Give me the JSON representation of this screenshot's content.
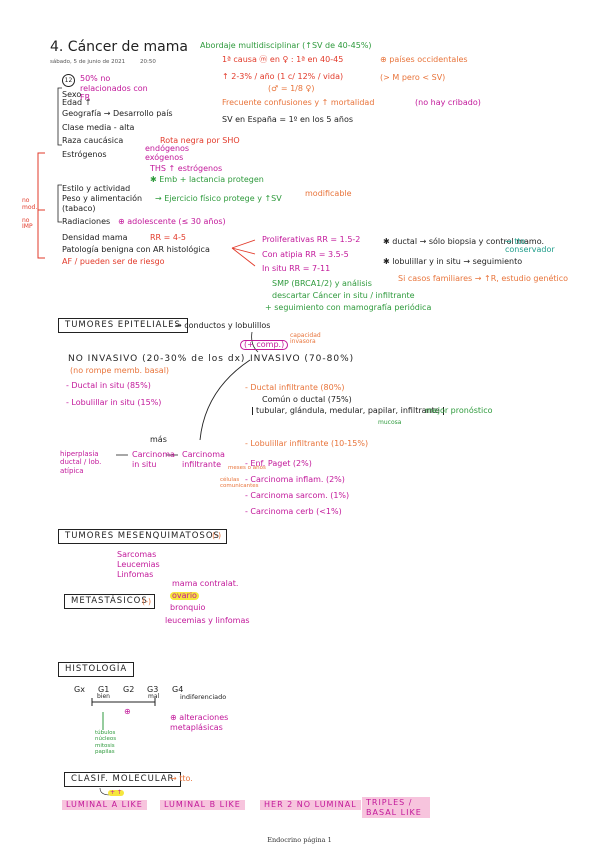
{
  "page": {
    "title": "4. Cáncer de mama",
    "date": "sábado, 5 de junio de 2021",
    "time": "20:50",
    "footer": "Endocrino página 1"
  },
  "intro": {
    "abordaje": "Abordaje multidisciplinar (↑SV de 40-45%)",
    "frecuente": "1ª causa ⓜ en ♀ : 1ª en 40-45",
    "paises": "⊕ países occidentales",
    "incidencia": "↑ 2-3% / año (1 c/ 12% / vida)",
    "incidencia2": "(♂ = 1/8 ♀)",
    "paises2": "(> M pero < SV)",
    "frecuente2": "Frecuente confusiones y ↑ mortalidad",
    "mortalidad": "(no hay cribado)",
    "sv": "SV en España = 1º en los 5 años",
    "circle12": "12",
    "pct": "50% no relacionados con FR"
  },
  "risk": {
    "items": [
      "Sexo",
      "Edad ↑",
      "Geografía → Desarrollo país",
      "Clase media - alta",
      "Raza caucásica",
      "Estrógenos",
      "Estilo y actividad",
      "Peso y alimentación",
      "(tabaco)",
      "Radiaciones",
      "Densidad mama",
      "Patología benigna con AR histológica",
      "AF / pueden ser de riesgo"
    ],
    "side": "no\nmod.\n\nno\nIMP",
    "estr1": "Rota negra por SHO",
    "estr2": "endógenos",
    "estr3": "exógenos",
    "estr4": "THS ↑ estrógenos",
    "estr5": "✱ Emb + lactancia protegen",
    "peso": "→ Ejercicio físico protege y ↑SV",
    "modif": "modificable",
    "rad": "⊕ adolescente (≤ 30 años)",
    "dens": "RR = 4-5",
    "prolif": "Proliferativas  RR = 1.5-2",
    "atipia": "Con atipia  RR = 3.5-5",
    "insitu": "In situ  RR = 7-11",
    "ductal": "✱ ductal → sólo biopsia y control mamo.",
    "ductal2": "→ tto. conservador",
    "lobul": "✱ lobulillar y in situ → seguimiento",
    "brca": "Si casos familiares → ↑R, estudio genético",
    "smp": "SMP (BRCA1/2) y análisis",
    "smp2": "descartar Cáncer in situ / infiltrante",
    "smp3": "+ seguimiento con mamografía periódica"
  },
  "epiteliales": {
    "header": "TUMORES EPITELIALES",
    "arrow": "→ conductos y lobulillos",
    "comp": "(+ comp.)",
    "cap": "capacidad invasora",
    "noinv": "NO INVASIVO (20-30% de los dx)",
    "noinv2": "(no rompe memb. basal)",
    "ductal_in": "- Ductal in situ (85%)",
    "lob_in": "- Lobulillar in situ (15%)",
    "inv": "INVASIVO (70-80%)",
    "d_inf": "- Ductal infiltrante (80%)",
    "d_inf2": "Común o ductal (75%)",
    "d_inf3": "tubular, glándula, medular, papilar, infiltrante",
    "mejor": "mejor pronóstico",
    "muc": "mucosa",
    "l_inf": "- Lobulillar infiltrante (10-15%)",
    "paget": "- Enf. Paget (2%)",
    "inflam": "- Carcinoma inflam. (2%)",
    "sarc": "- Carcinoma sarcom. (1%)",
    "canc": "- Carcinoma cerb (<1%)",
    "mas": "más",
    "hiper": "hiperplasia ductal / lob. atípica",
    "cis": "Carcinoma in situ",
    "cinf": "Carcinoma infiltrante",
    "intervalo": "meses o años",
    "lesion": "células comunicantes"
  },
  "mesen": {
    "header": "TUMORES MESENQUIMATOSOS",
    "suffix": "(-)",
    "items": [
      "Sarcomas",
      "Leucemias",
      "Linfomas"
    ]
  },
  "metast": {
    "header": "METASTÁSICOS",
    "suffix": "(-)",
    "m1": "mama contralat.",
    "m2": "ovario",
    "m3": "bronquio",
    "m4": "leucemias y linfomas"
  },
  "histo": {
    "header": "HISTOLOGÍA",
    "grades": [
      "Gx",
      "G1",
      "G2",
      "G3",
      "G4"
    ],
    "g1": "bien",
    "g3": "mal",
    "g4": "indiferenciado",
    "plus": "⊕",
    "left": "túbulos núcleos mitosis papilas",
    "right": "⊕ alteraciones metaplásicas"
  },
  "molec": {
    "header": "CLASIF. MOLECULAR",
    "arrow": "→ tto.",
    "mejor": "+ ↑",
    "types": [
      "LUMINAL A LIKE",
      "LUMINAL B LIKE",
      "HER 2 NO LUMINAL",
      "TRIPLES / BASAL LIKE"
    ]
  }
}
